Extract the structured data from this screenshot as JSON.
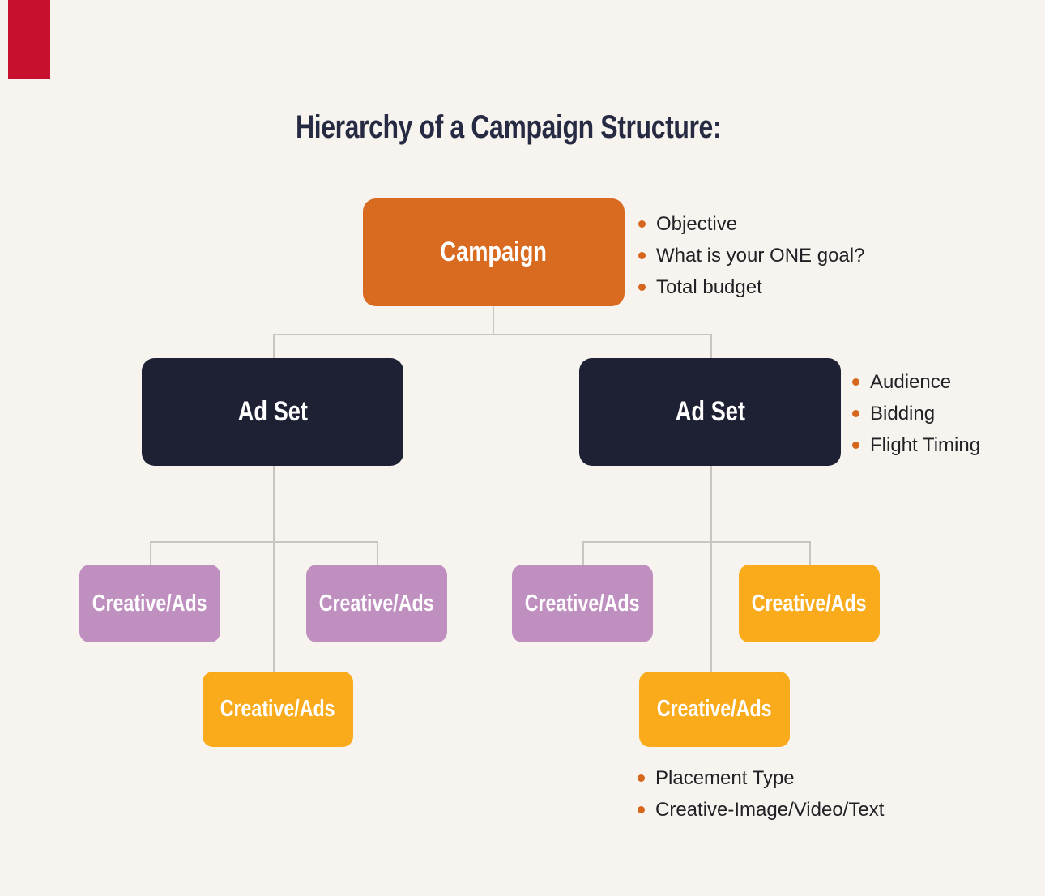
{
  "page": {
    "background_color": "#f7f3ee",
    "accent_bar_color": "#c8102e",
    "connector_color": "#c9c5c0"
  },
  "title": "Hierarchy of a Campaign Structure:",
  "colors": {
    "campaign_box": "#d96b20",
    "ad_set_box": "#1e2134",
    "creative_purple_box": "#bf8fc0",
    "creative_yellow_box": "#f9ab1c",
    "bullet_dot": "#d7661d",
    "title_text": "#262a42",
    "bullet_text": "#232126",
    "box_text": "#ffffff"
  },
  "nodes": {
    "campaign": {
      "label": "Campaign",
      "bullets": [
        "Objective",
        "What is your ONE goal?",
        "Total budget"
      ]
    },
    "ad_set_left": {
      "label": "Ad Set"
    },
    "ad_set_right": {
      "label": "Ad Set",
      "bullets": [
        "Audience",
        "Bidding",
        "Flight Timing"
      ]
    },
    "creative_left_1": {
      "label": "Creative/Ads"
    },
    "creative_left_2": {
      "label": "Creative/Ads"
    },
    "creative_left_3": {
      "label": "Creative/Ads"
    },
    "creative_right_1": {
      "label": "Creative/Ads"
    },
    "creative_right_2": {
      "label": "Creative/Ads"
    },
    "creative_right_3": {
      "label": "Creative/Ads",
      "bullets": [
        "Placement Type",
        "Creative-Image/Video/Text"
      ]
    }
  }
}
